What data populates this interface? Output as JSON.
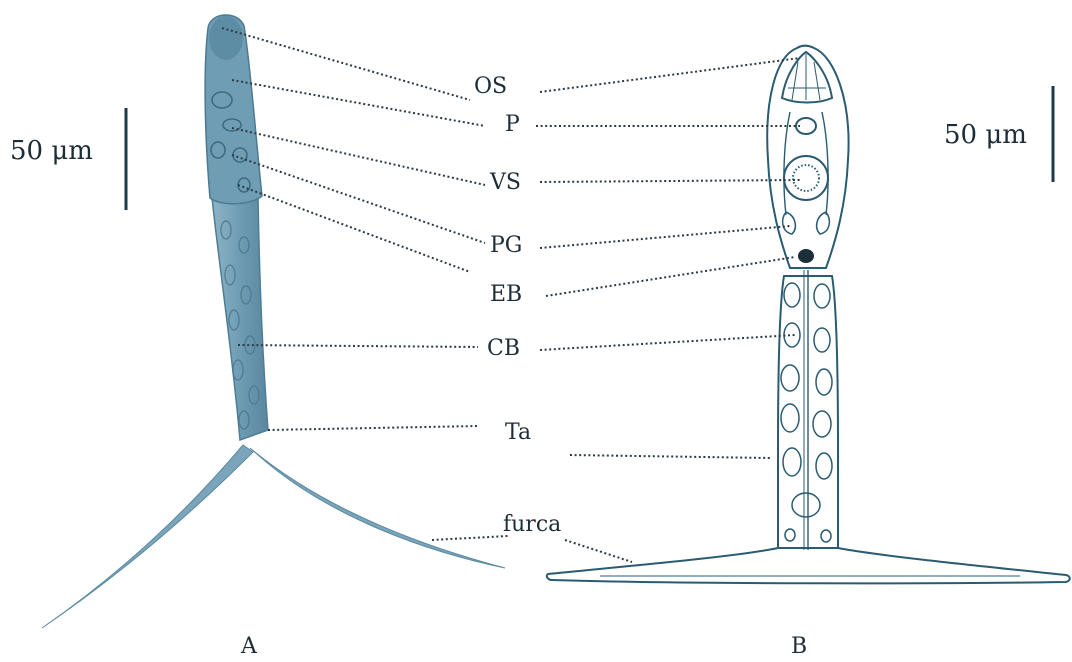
{
  "scale_bars": [
    {
      "id": "left",
      "label": "50 μm"
    },
    {
      "id": "right",
      "label": "50 μm"
    }
  ],
  "panels": [
    {
      "id": "A",
      "label": "A"
    },
    {
      "id": "B",
      "label": "B"
    }
  ],
  "structure_labels": [
    {
      "code": "OS"
    },
    {
      "code": "P"
    },
    {
      "code": "VS"
    },
    {
      "code": "PG"
    },
    {
      "code": "EB"
    },
    {
      "code": "CB"
    },
    {
      "code": "Ta"
    },
    {
      "code": "furca"
    }
  ],
  "colors": {
    "photo_tint": "#5f8ea6",
    "photo_dark": "#3f6f8a",
    "drawing_ink": "#2a5b70",
    "label_text": "#1d2d37",
    "leader_line": "#2b3a44"
  }
}
